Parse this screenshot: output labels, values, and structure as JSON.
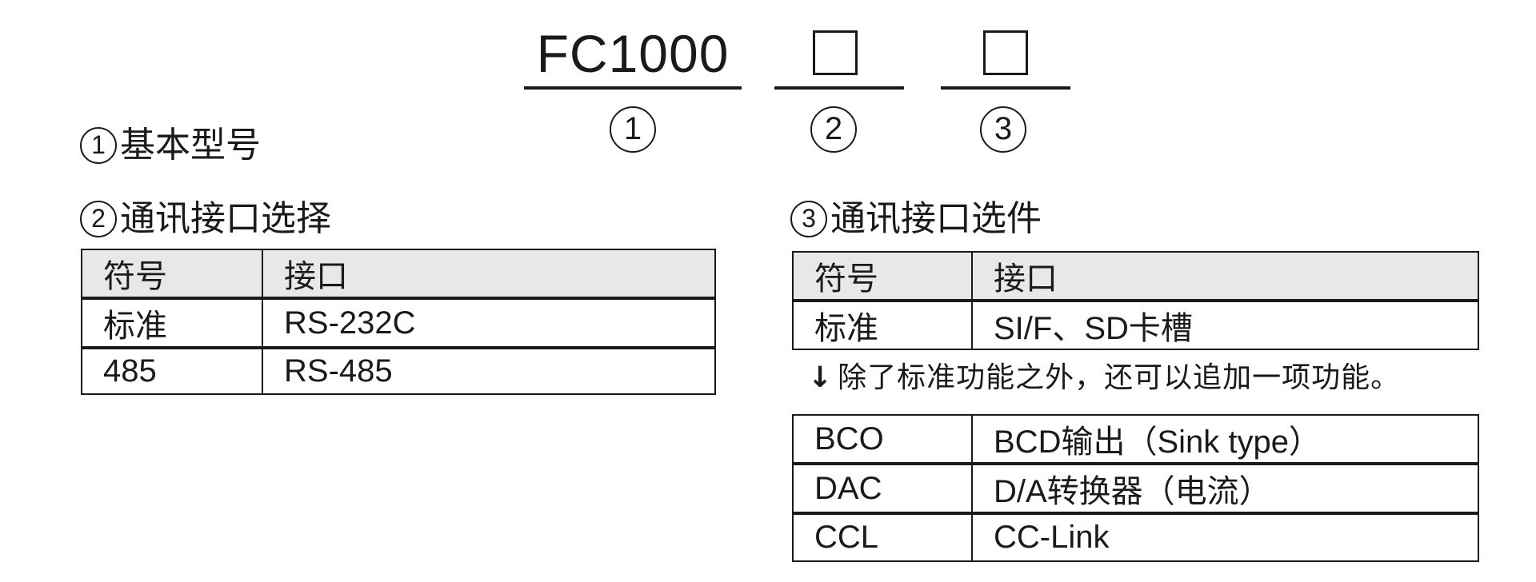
{
  "model": {
    "base_code": "FC1000",
    "position_labels": [
      "1",
      "2",
      "3"
    ]
  },
  "section1": {
    "marker": "1",
    "title": "基本型号"
  },
  "section2": {
    "marker": "2",
    "title": "通讯接口选择",
    "headers": [
      "符号",
      "接口"
    ],
    "rows": [
      [
        "标准",
        "RS-232C"
      ],
      [
        "485",
        "RS-485"
      ]
    ]
  },
  "section3": {
    "marker": "3",
    "title": "通讯接口选件",
    "headers": [
      "符号",
      "接口"
    ],
    "rows": [
      [
        "标准",
        "SI/F、SD卡槽"
      ]
    ],
    "note_arrow": "↓",
    "note": "除了标准功能之外，还可以追加一项功能。",
    "option_rows": [
      [
        "BCO",
        "BCD输出（Sink type）"
      ],
      [
        "DAC",
        "D/A转换器（电流）"
      ],
      [
        "CCL",
        "CC-Link"
      ]
    ]
  }
}
